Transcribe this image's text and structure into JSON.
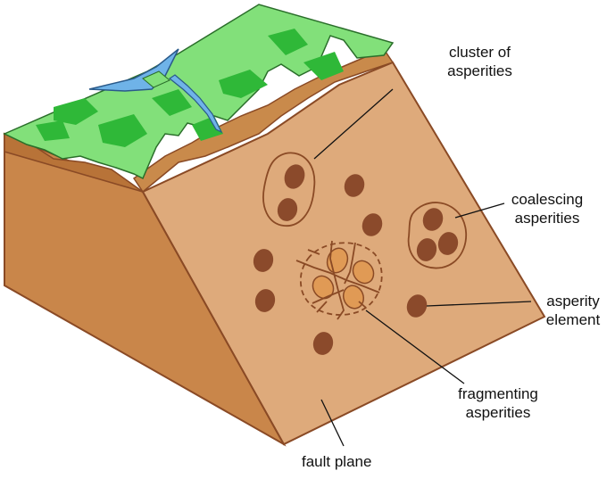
{
  "labels": {
    "cluster_line1": "cluster of",
    "cluster_line2": "asperities",
    "coalescing_line1": "coalescing",
    "coalescing_line2": "asperities",
    "element_line1": "asperity",
    "element_line2": "element",
    "fragmenting_line1": "fragmenting",
    "fragmenting_line2": "asperities",
    "fault_plane": "fault plane"
  },
  "colors": {
    "sky_water": "#6fb3e8",
    "grass_light": "#82e07a",
    "grass_dark": "#2fb838",
    "soil_top": "#c98a4b",
    "block_side": "#d08a4e",
    "fault_face": "#deaa7b",
    "asperity_dark": "#8b4a2b",
    "asperity_fragment": "#e09a55",
    "outline": "#8a4a25",
    "leader_line": "#111111"
  }
}
